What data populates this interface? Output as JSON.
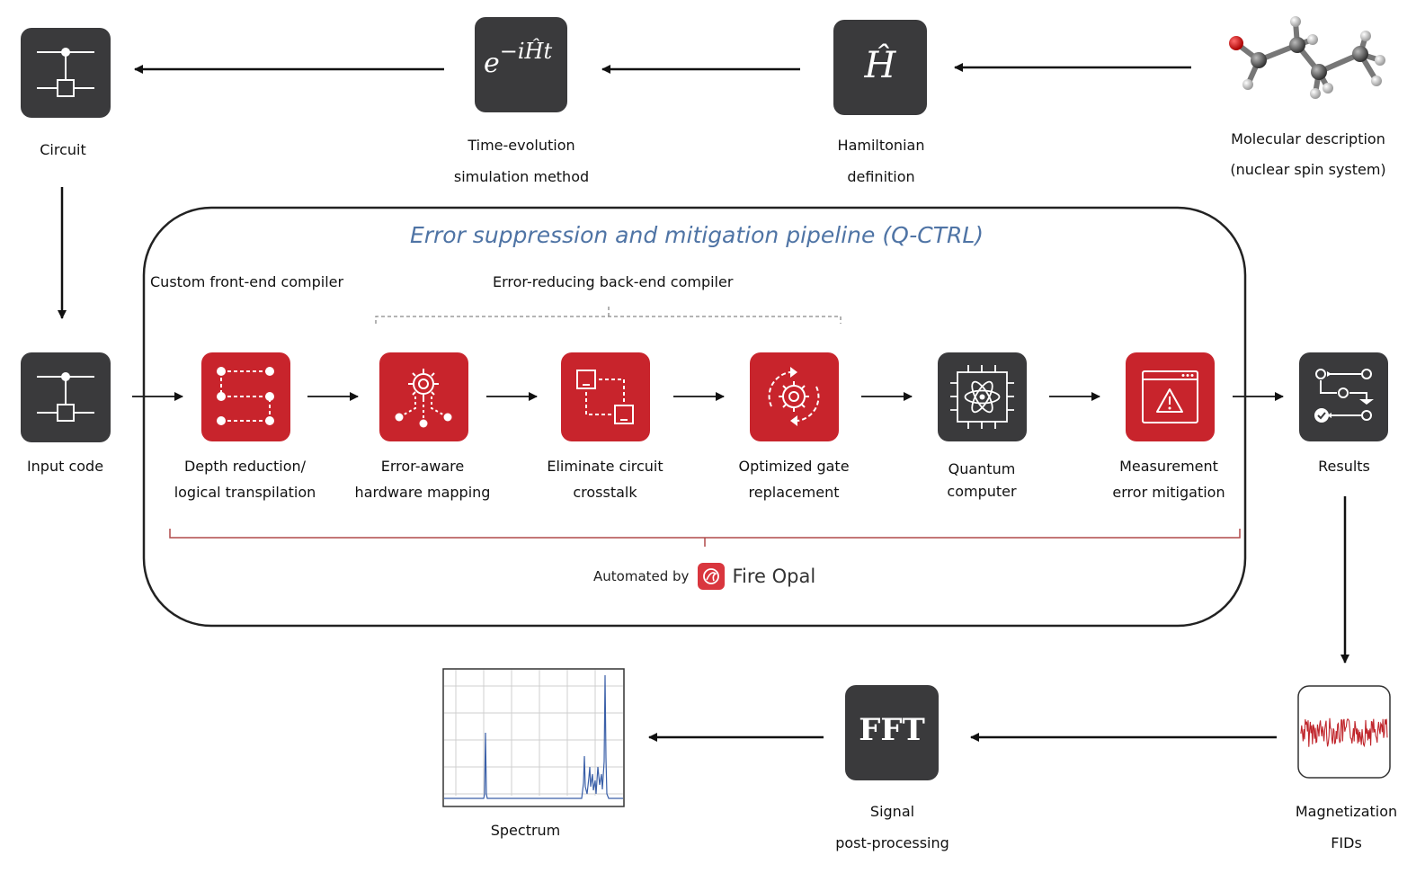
{
  "top_row": {
    "circuit_label": "Circuit",
    "time_evolution_label_1": "Time-evolution",
    "time_evolution_label_2": "simulation method",
    "time_evolution_formula": "e−iĤt",
    "hamiltonian_label_1": "Hamiltonian",
    "hamiltonian_label_2": "definition",
    "hamiltonian_symbol": "Ĥ",
    "molecular_label_1": "Molecular description",
    "molecular_label_2": "(nuclear spin system)"
  },
  "pipeline": {
    "title": "Error suppression and mitigation pipeline (Q-CTRL)",
    "front_end_label": "Custom front-end compiler",
    "back_end_label": "Error-reducing back-end compiler",
    "input_label": "Input code",
    "steps": [
      {
        "line1": "Depth reduction/",
        "line2": "logical transpilation"
      },
      {
        "line1": "Error-aware",
        "line2": "hardware mapping"
      },
      {
        "line1": "Eliminate circuit",
        "line2": "crosstalk"
      },
      {
        "line1": "Optimized gate",
        "line2": "replacement"
      },
      {
        "line1": "Quantum",
        "line2": "computer"
      },
      {
        "line1": "Measurement",
        "line2": "error mitigation"
      }
    ],
    "results_label": "Results",
    "automated_by": "Automated by",
    "brand_name": "Fire Opal"
  },
  "bottom_row": {
    "magnetization_label_1": "Magnetization",
    "magnetization_label_2": "FIDs",
    "fft_text": "FFT",
    "signal_label_1": "Signal",
    "signal_label_2": "post-processing",
    "spectrum_label": "Spectrum"
  },
  "colors": {
    "dark_tile": "#3a3a3c",
    "red_tile": "#c8242c",
    "pipeline_title": "#4f74a5",
    "bracket": "#b04a4a",
    "spectrum_line": "#3a5fa8",
    "fid_signal": "#c0262c"
  },
  "icons": [
    "circuit-icon",
    "gear-network-icon",
    "crosstalk-icon",
    "refresh-gear-icon",
    "atom-chip-icon",
    "warning-window-icon",
    "results-flow-icon",
    "fire-opal-logo"
  ]
}
